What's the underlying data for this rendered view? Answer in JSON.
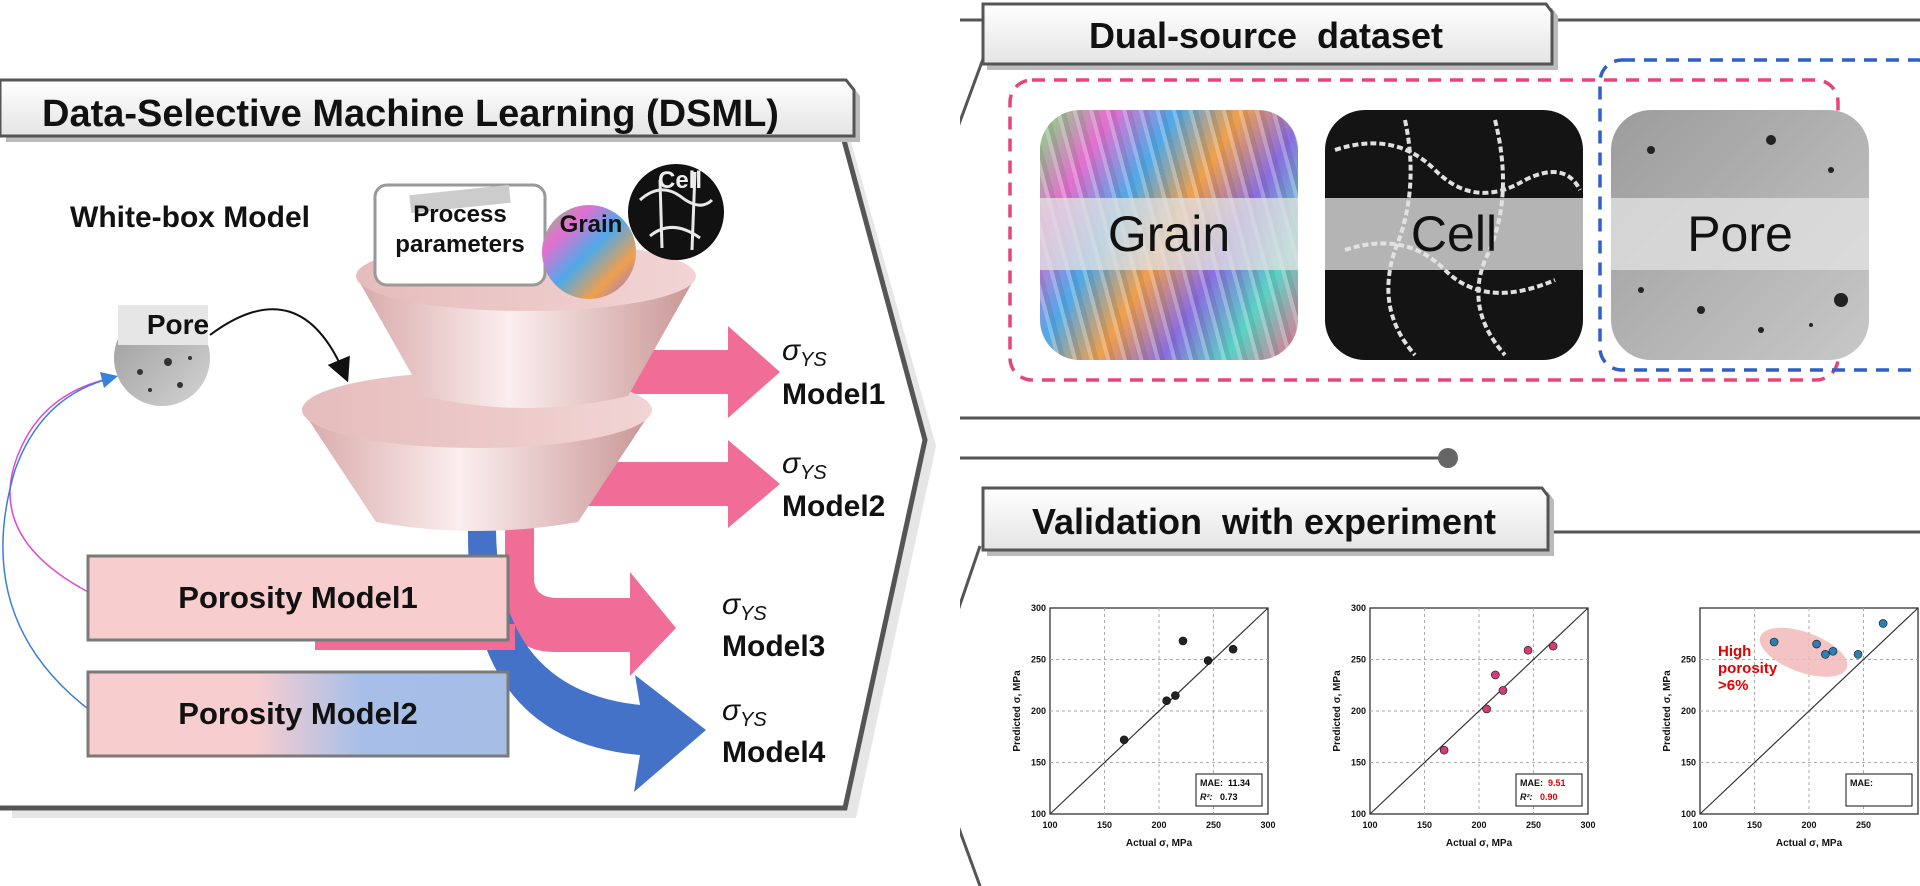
{
  "left_panel": {
    "title": "Data-Selective Machine Learning (DSML)",
    "white_box_label": "White-box Model",
    "funnel_inputs": {
      "process": "Process parameters",
      "grain": "Grain",
      "cell": "Cell",
      "pore": "Pore"
    },
    "sigma_symbol": "σ",
    "sigma_subscript": "YS",
    "outputs": [
      {
        "model": "Model1",
        "color": "#f0709a"
      },
      {
        "model": "Model2",
        "color": "#f0709a"
      },
      {
        "model": "Model3",
        "color": "#f0709a"
      },
      {
        "model": "Model4",
        "color": "#3f6fc6"
      }
    ],
    "porosity_models": [
      {
        "label": "Porosity Model1"
      },
      {
        "label": "Porosity Model2"
      }
    ]
  },
  "dataset_panel": {
    "title": "Dual-source  dataset",
    "tiles": [
      {
        "label": "Grain"
      },
      {
        "label": "Cell"
      },
      {
        "label": "Pore"
      }
    ],
    "pink_group_color": "#e5457a",
    "blue_group_color": "#2f5fc8"
  },
  "validation_panel": {
    "title": "Validation  with experiment",
    "plots": [
      {
        "x_label": "Actual σ, MPa",
        "y_label": "Predicted σ, MPa",
        "ticks": [
          "100",
          "150",
          "200",
          "250",
          "300"
        ],
        "marker_color": "#222222",
        "mae_label": "MAE:",
        "mae_value": "11.34",
        "r2_label": "R²:",
        "r2_value": "0.73",
        "value_color": "#000000",
        "points": [
          [
            168,
            172
          ],
          [
            207,
            210
          ],
          [
            215,
            215
          ],
          [
            222,
            268
          ],
          [
            245,
            249
          ],
          [
            268,
            260
          ]
        ]
      },
      {
        "x_label": "Actual σ, MPa",
        "y_label": "Predicted σ, MPa",
        "ticks": [
          "100",
          "150",
          "200",
          "250",
          "300"
        ],
        "marker_color": "#d23d78",
        "mae_label": "MAE:",
        "mae_value": "9.51",
        "r2_label": "R²:",
        "r2_value": "0.90",
        "value_color": "#e00000",
        "points": [
          [
            168,
            162
          ],
          [
            207,
            202
          ],
          [
            215,
            235
          ],
          [
            222,
            220
          ],
          [
            245,
            259
          ],
          [
            268,
            263
          ]
        ]
      },
      {
        "x_label": "Actual σ, MPa",
        "y_label": "Predicted σ, MPa",
        "ticks": [
          "100",
          "150",
          "200",
          "250"
        ],
        "marker_color": "#2c7fb5",
        "mae_label": "MAE:",
        "mae_value": "",
        "r2_label": "",
        "r2_value": "",
        "value_color": "#000000",
        "annotation": [
          "High",
          "porosity",
          ">6%"
        ],
        "annotation_color": "#e00000",
        "points": [
          [
            168,
            267
          ],
          [
            207,
            265
          ],
          [
            215,
            255
          ],
          [
            222,
            258
          ],
          [
            245,
            255
          ],
          [
            268,
            285
          ]
        ]
      }
    ]
  }
}
